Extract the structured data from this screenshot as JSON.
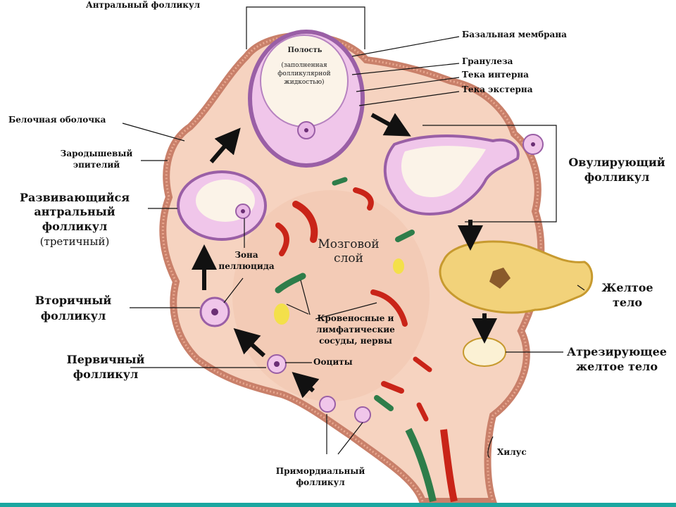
{
  "labels": {
    "antral_follicle": "Антральный фолликул",
    "basal_membrane": "Базальная мембрана",
    "granulosa": "Гранулеза",
    "theca_interna": "Тека интерна",
    "theca_externa": "Тека экстерна",
    "cavity": "Полость",
    "cavity_note_1": "(заполненная",
    "cavity_note_2": "фолликулярной",
    "cavity_note_3": "жидкостью)",
    "tunica_albuginea": "Белочная оболочка",
    "germinal_epithelium_1": "Зародышевый",
    "germinal_epithelium_2": "эпителий",
    "developing_antral_1": "Развивающийся",
    "developing_antral_2": "антральный",
    "developing_antral_3": "фолликул",
    "developing_antral_4": "(третичный)",
    "zona_pellucida_1": "Зона",
    "zona_pellucida_2": "пеллюцида",
    "medulla_1": "Мозговой",
    "medulla_2": "слой",
    "ovulating_1": "Овулирующий",
    "ovulating_2": "фолликул",
    "corpus_luteum_1": "Желтое",
    "corpus_luteum_2": "тело",
    "secondary_1": "Вторичный",
    "secondary_2": "фолликул",
    "vessels_1": "Кровеносные и",
    "vessels_2": "лимфатические",
    "vessels_3": "сосуды, нервы",
    "atretic_1": "Атрезирующее",
    "atretic_2": "желтое тело",
    "primary_1": "Первичный",
    "primary_2": "фолликул",
    "oocytes": "Ооциты",
    "hilus": "Хилус",
    "primordial_1": "Примордиальный",
    "primordial_2": "фолликул"
  },
  "colors": {
    "ovary_fill": "#f6d3c0",
    "cortex": "#ecb8a0",
    "epithelium": "#c9806a",
    "follicle": "#e9b8e6",
    "follicle_edge": "#9a5fa6",
    "corpus_luteum": "#f2d27a",
    "vessel_red": "#c92418",
    "vessel_green": "#2e7d4a",
    "nerve_yellow": "#f3e04a",
    "arrow": "#111111",
    "accent_bar": "#1aa7a0"
  }
}
